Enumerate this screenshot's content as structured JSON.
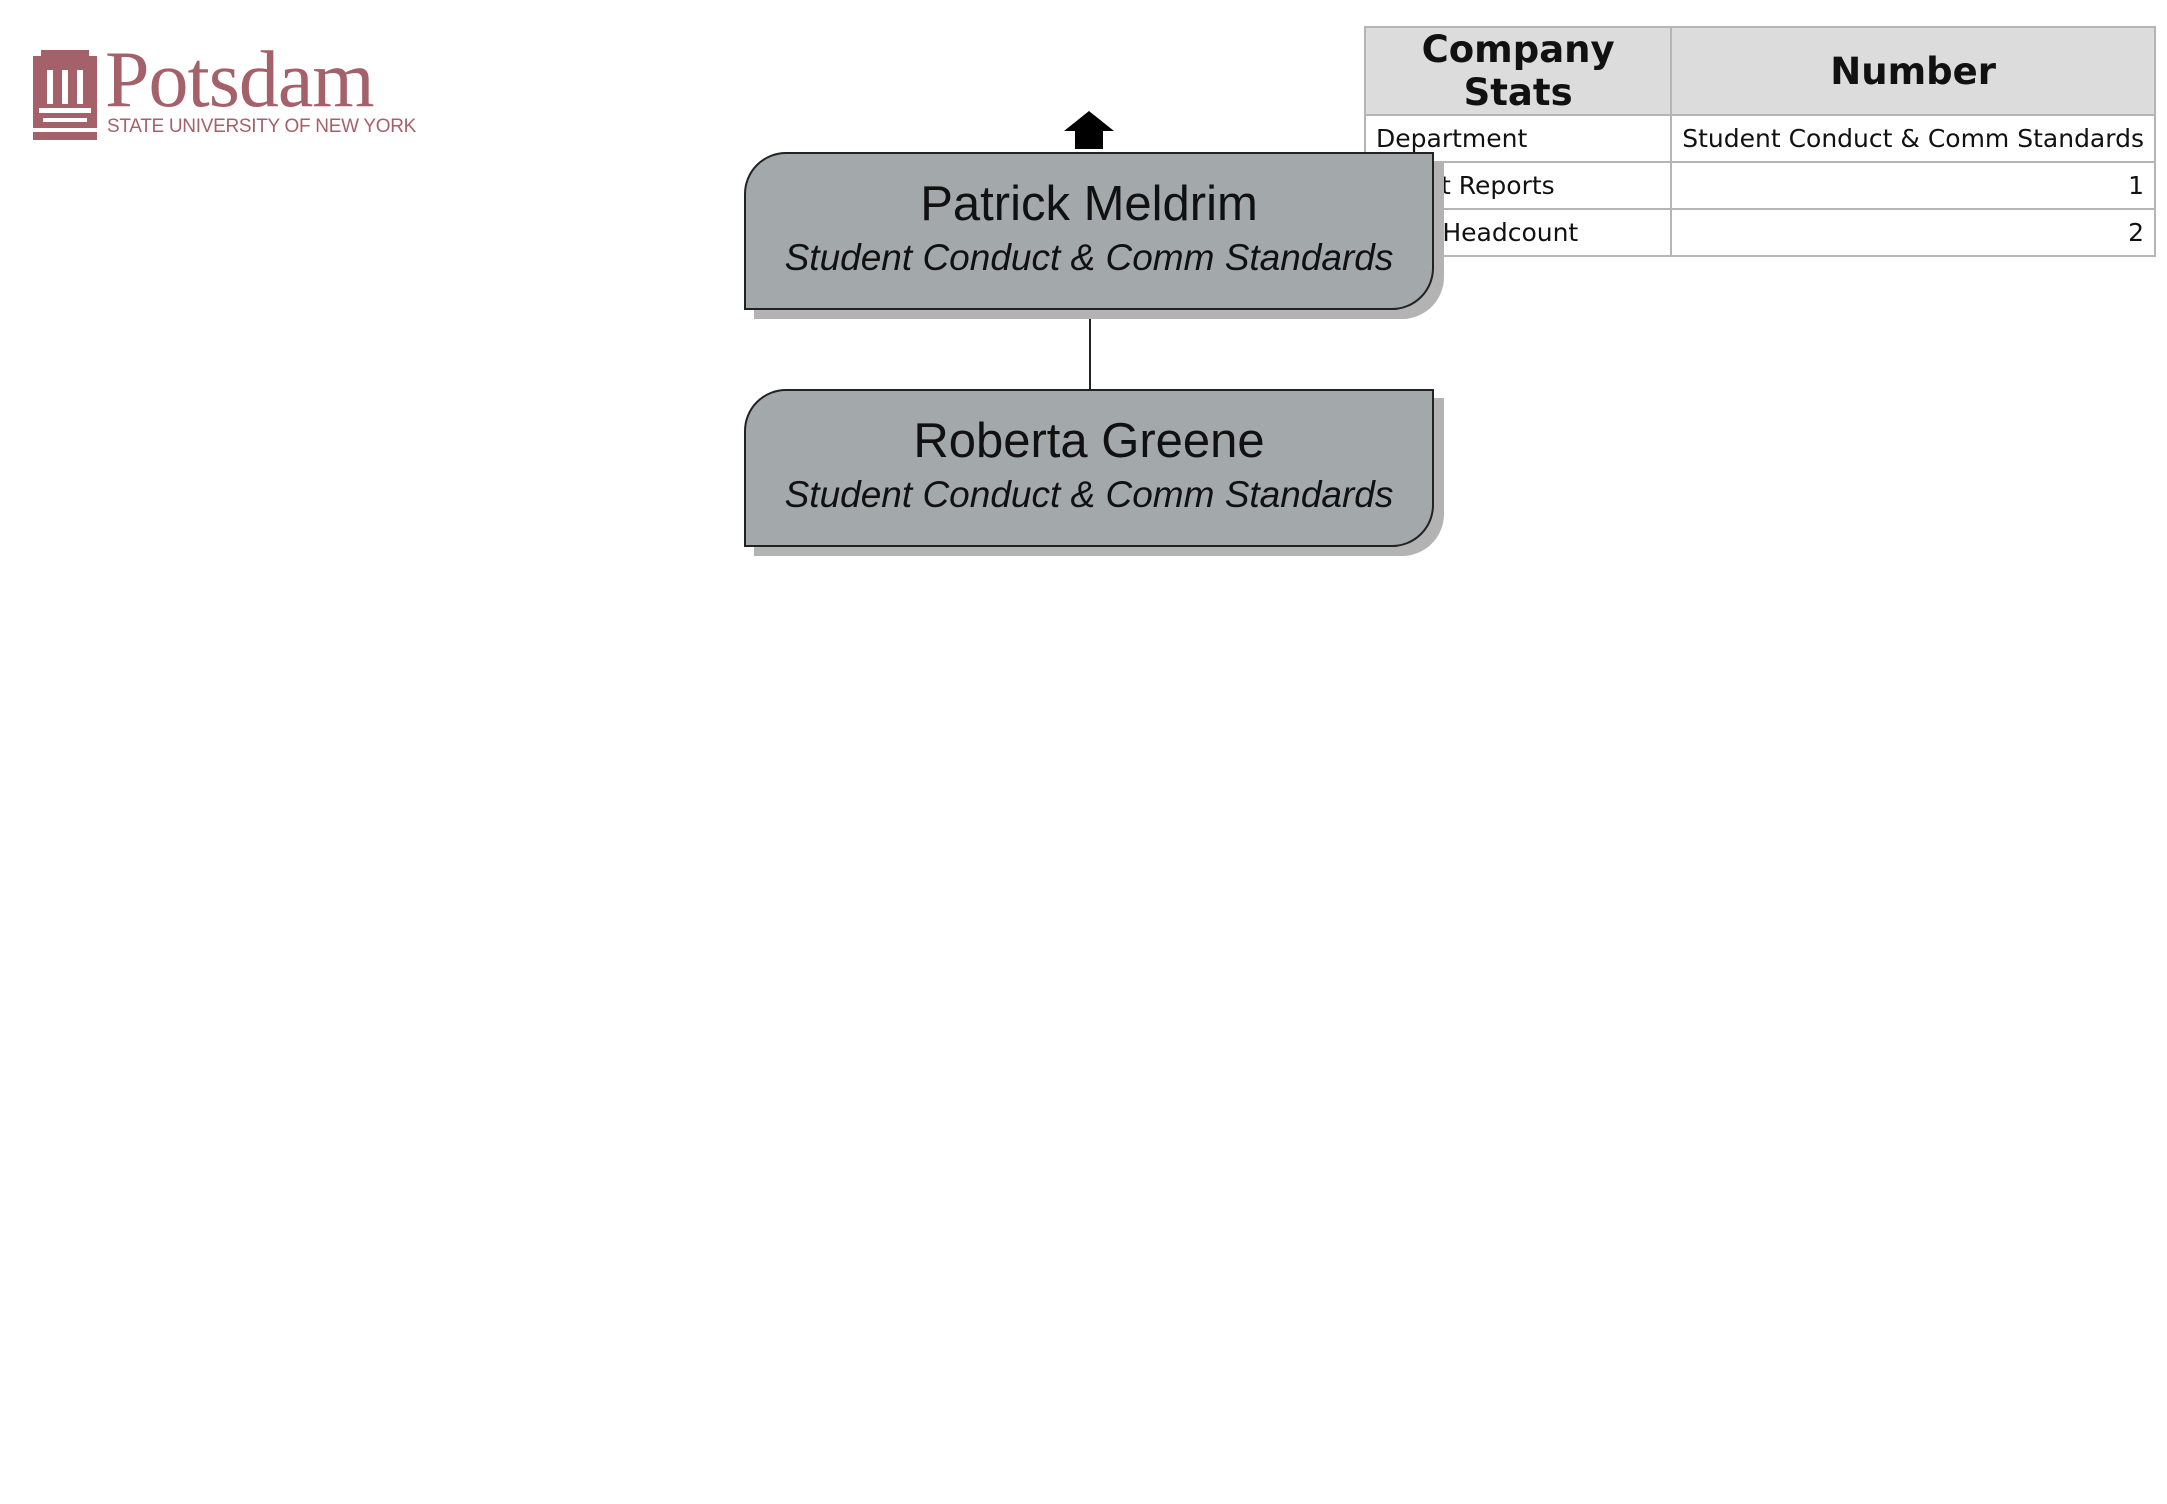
{
  "logo": {
    "wordmark": "Potsdam",
    "subtitle": "STATE UNIVERSITY OF NEW YORK",
    "color": "#a5616a"
  },
  "stats_table": {
    "headers": [
      "Company Stats",
      "Number"
    ],
    "rows": [
      {
        "label": "Department",
        "value": "Student Conduct & Comm Standards"
      },
      {
        "label": "Direct Reports",
        "value": "1"
      },
      {
        "label": "Total Headcount",
        "value": "2"
      }
    ]
  },
  "org_chart": {
    "up_arrow_icon": "up-arrow-icon",
    "nodes": [
      {
        "name": "Patrick Meldrim",
        "department": "Student Conduct & Comm Standards"
      },
      {
        "name": "Roberta Greene",
        "department": "Student Conduct & Comm Standards"
      }
    ],
    "node_fill": "#a3a8ab",
    "shadow_color": "#b3b3b3"
  }
}
